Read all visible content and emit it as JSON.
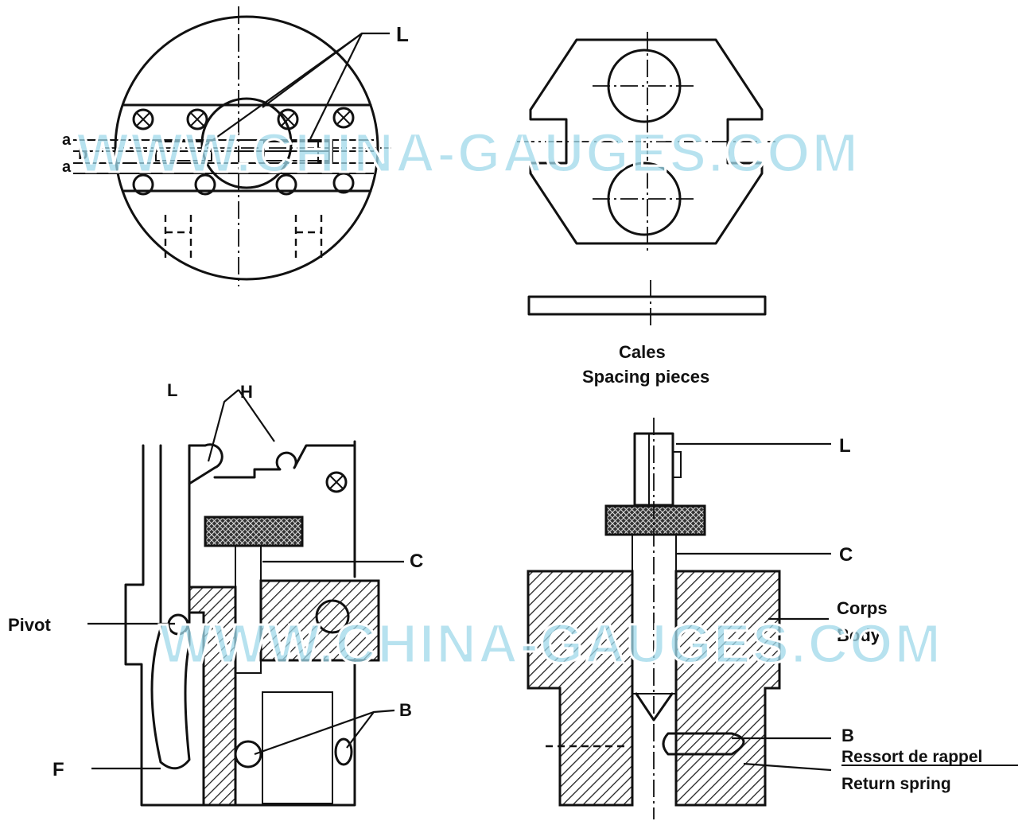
{
  "labels": {
    "top_left_L": "L",
    "dim_a_top": "a",
    "dim_b": "b",
    "dim_a_bottom": "a",
    "cales": "Cales",
    "spacing_pieces": "Spacing pieces",
    "bl_L": "L",
    "bl_H": "H",
    "bl_C": "C",
    "pivot": "Pivot",
    "bl_B": "B",
    "bl_F": "F",
    "br_L": "L",
    "br_C": "C",
    "corps": "Corps",
    "body": "Body",
    "br_B": "B",
    "ressort": "Ressort de rappel",
    "return_spring": "Return spring"
  },
  "watermark": {
    "upper": "WWW.CHINA-GAUGES.COM",
    "lower": "WWW.CHINA-GAUGES.COM",
    "color": "#9fd8ea"
  }
}
